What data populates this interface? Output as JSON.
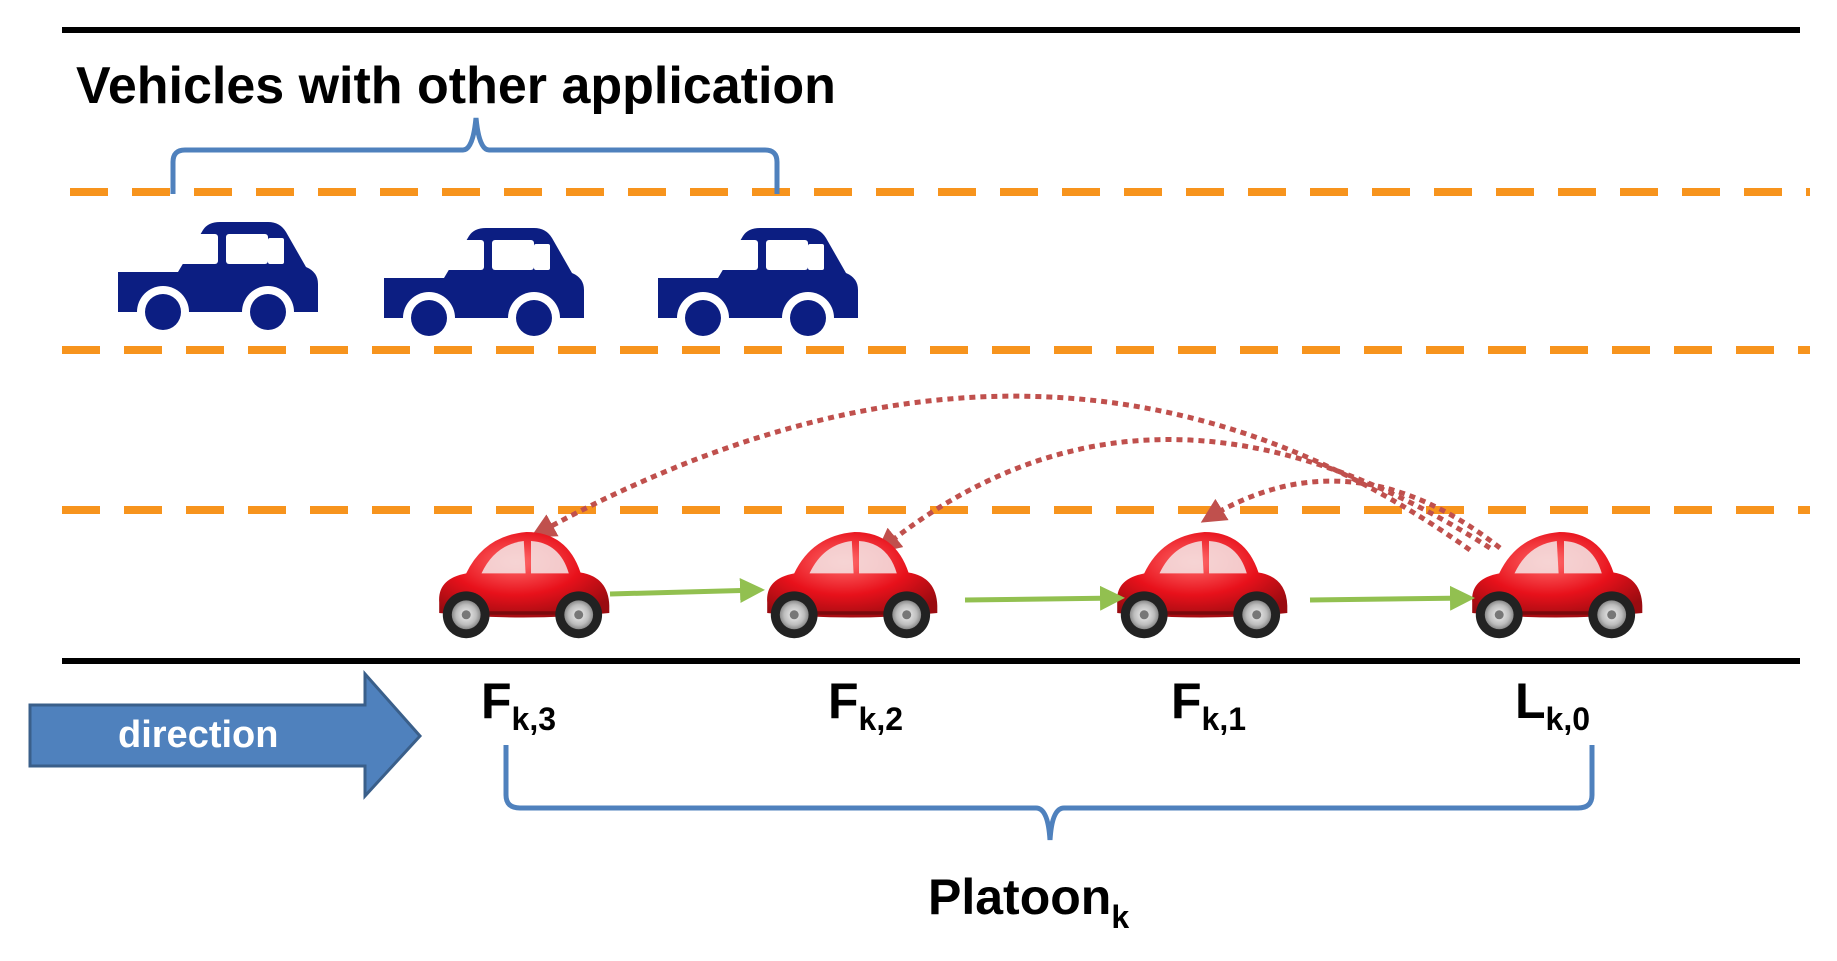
{
  "top_label": "Vehicles  with other application",
  "direction_label": "direction",
  "platoon": {
    "main": "Platoon",
    "sub": "k"
  },
  "cars": [
    {
      "main": "F",
      "sub": "k,3"
    },
    {
      "main": "F",
      "sub": "k,2"
    },
    {
      "main": "F",
      "sub": "k,1"
    },
    {
      "main": "L",
      "sub": "k,0"
    }
  ],
  "colors": {
    "road_line": "#000000",
    "lane_dash": "#F7941D",
    "bracket": "#4F81BD",
    "blue_car": "#0C1E82",
    "red_car": "#E8111B",
    "green_arrow": "#92C050",
    "red_dotted_arrow": "#C0504D",
    "direction_arrow": "#4F81BD",
    "direction_text": "#FFFFFF"
  },
  "icons": {
    "other_vehicle": "blue-car-icon",
    "platoon_vehicle": "red-car-icon"
  }
}
